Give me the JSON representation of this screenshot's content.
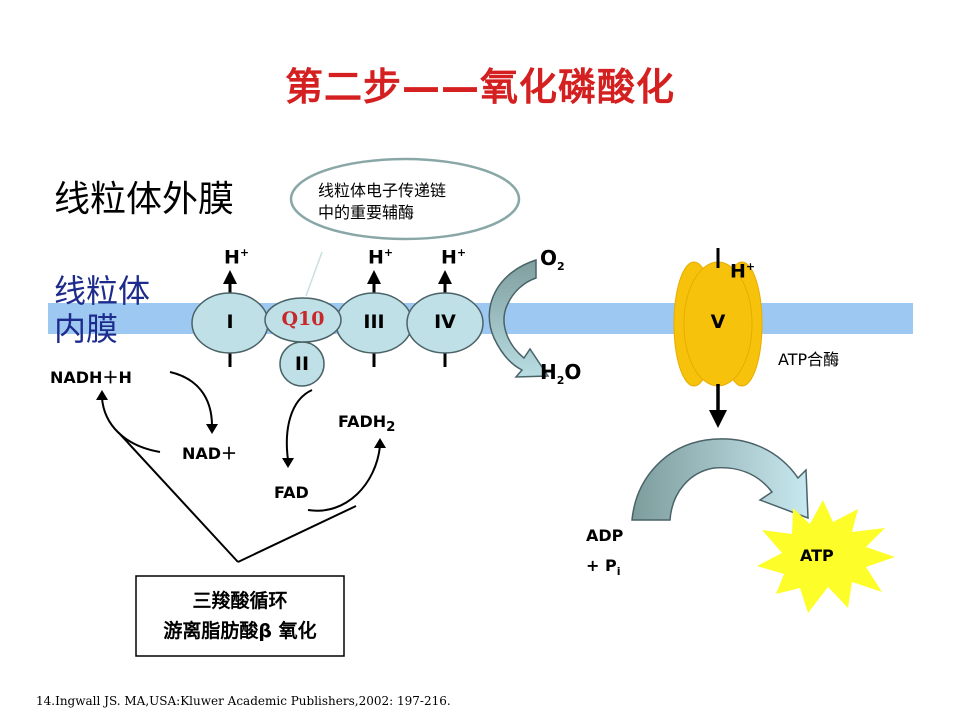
{
  "title": "第二步——氧化磷酸化",
  "labels": {
    "outer_membrane": "线粒体外膜",
    "inner_membrane": "线粒体\n内膜",
    "callout": "线粒体电子传递链\n中的重要辅酶",
    "proton": "H",
    "proton_charge": "+",
    "o2_base": "O",
    "o2_sub": "2",
    "h2o_base": "H",
    "h2o_sub": "2",
    "h2o_tail": "O",
    "nadh_h": "NADH＋H",
    "nad_plus": "NAD＋",
    "fadh2_base": "FADH",
    "fadh2_sub": "2",
    "fad": "FAD",
    "adp": "ADP",
    "pi_base": "+ P",
    "pi_sub": "i",
    "atp_synthase": "ATP合酶",
    "atp": "ATP",
    "source_box": "三羧酸循环\n游离脂肪酸β 氧化",
    "reference": "14.Ingwall JS. MA,USA:Kluwer Academic Publishers,2002: 197-216."
  },
  "complexes": {
    "c1": "I",
    "c2": "II",
    "c3": "III",
    "c4": "IV",
    "c5": "V",
    "q10": "Q10"
  },
  "colors": {
    "title": "#d42020",
    "membrane": "#9dc8f1",
    "complex_fill": "#bfe0e6",
    "complex_stroke": "#4a6268",
    "synthase": "#f7c20c",
    "arrow_fill": "#8fb3b3",
    "atp_burst": "#fdfd2a",
    "inner_label": "#1c2b8c"
  }
}
